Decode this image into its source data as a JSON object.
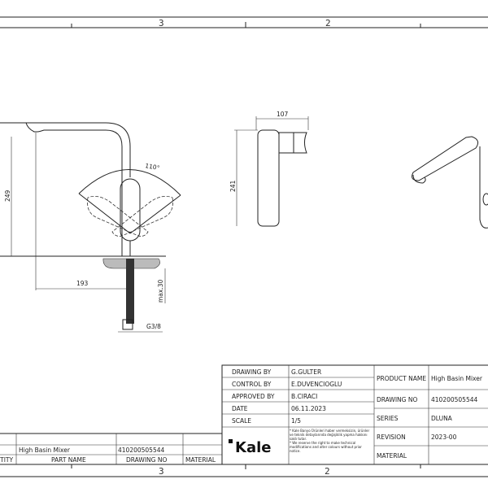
{
  "frame": {
    "zone_labels_top": [
      "3",
      "2"
    ],
    "zone_labels_bottom": [
      "3",
      "2"
    ]
  },
  "dimensions": {
    "front_height": "249",
    "front_reach": "193",
    "max_deck": "max.30",
    "connection": "G3/8",
    "swivel_angle": "110°",
    "side_height": "241",
    "side_width": "107"
  },
  "title_block": {
    "drawing_by_label": "DRAWING BY",
    "drawing_by": "G.GULTER",
    "control_by_label": "CONTROL BY",
    "control_by": "E.DUVENCIOGLU",
    "approved_by_label": "APPROVED BY",
    "approved_by": "B.CIRACI",
    "date_label": "DATE",
    "date": "06.11.2023",
    "scale_label": "SCALE",
    "scale": "1/5",
    "product_name_label": "PRODUCT NAME",
    "product_name": "High Basin Mixer",
    "drawing_no_label": "DRAWING NO",
    "drawing_no": "410200505544",
    "series_label": "SERIES",
    "series": "DLUNA",
    "revision_label": "REVISION",
    "revision": "2023-00",
    "material_label": "MATERIAL",
    "material": "",
    "logo": "Kale",
    "note_tr": "* Kale Banyo Ürünleri haber vermeksizin, ürünler ve teknik detaylarında değişiklik yapma hakkını saklı tutar.",
    "note_en": "* We reserve the right to make technical modifications and alter colours without prior notice."
  },
  "parts_list": {
    "headers": [
      "QUANTITY",
      "PART NAME",
      "DRAWING NO",
      "MATERIAL"
    ],
    "rows": [
      {
        "quantity": "",
        "part_name": "High Basin Mixer",
        "drawing_no": "410200505544",
        "material": ""
      }
    ]
  }
}
